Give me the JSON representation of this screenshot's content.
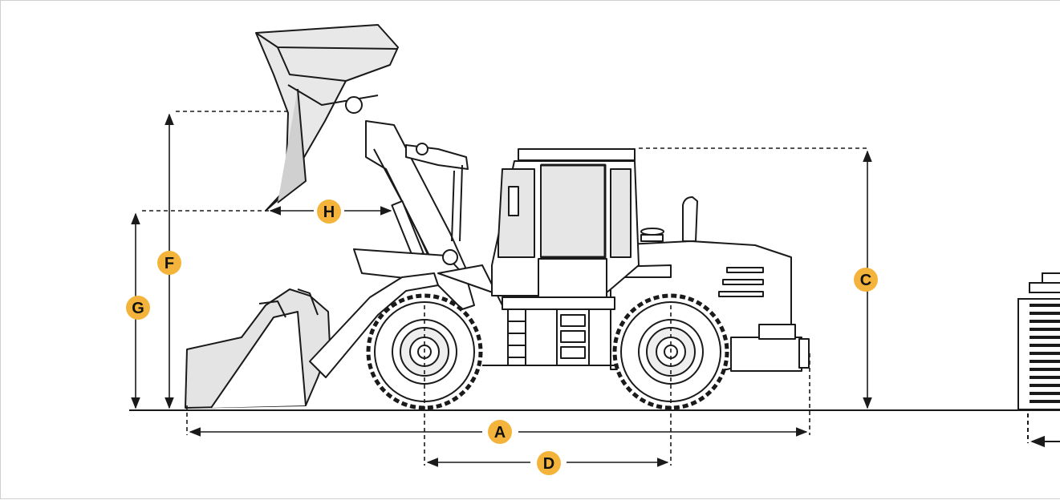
{
  "diagram": {
    "colors": {
      "line": "#1a1a1a",
      "badge": "#f4b43c",
      "body_fill": "#ffffff",
      "panel_fill": "#e6e6e6",
      "dark_fill": "#d0d0d0"
    },
    "dimension_labels": {
      "a": "A",
      "c": "C",
      "d": "D",
      "f": "F",
      "g": "G",
      "h": "H"
    }
  }
}
